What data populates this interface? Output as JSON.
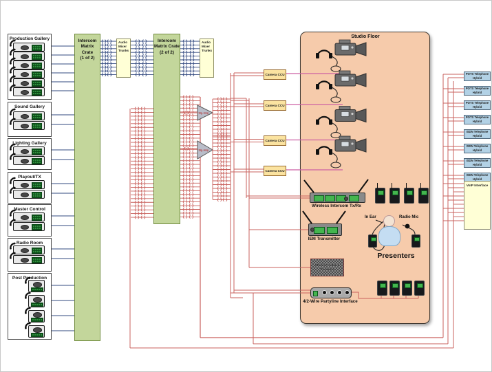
{
  "diagram": {
    "left_galleries": [
      {
        "label": "Production Gallery",
        "panels": 6,
        "style": "rack"
      },
      {
        "label": "Sound Gallery",
        "panels": 2,
        "style": "rack"
      },
      {
        "label": "Lighting Gallery",
        "panels": 2,
        "style": "rack"
      },
      {
        "label": "Playout/TX",
        "panels": 2,
        "style": "rack"
      },
      {
        "label": "Master Control",
        "panels": 2,
        "style": "rack"
      },
      {
        "label": "Radio Room",
        "panels": 2,
        "style": "rack"
      },
      {
        "label": "Post Production",
        "panels": 4,
        "style": "compact"
      }
    ],
    "matrix_crates": [
      {
        "label": "Intercom Matrix Crate",
        "sub": "(1 of 2)"
      },
      {
        "label": "Intercom Matrix Crate",
        "sub": "(2 of 2)"
      }
    ],
    "audio_mixer_trunks_label": "Audio Mixer Trunks",
    "amplifier_label": "Sig. Amp",
    "camera_ccu_label": "Camera CCU",
    "camera_ccu_count": 4,
    "studio_floor": {
      "title": "Studio Floor",
      "cameras": 4,
      "wireless_label": "Wireless Intercom Tx/Rx",
      "iem_label": "IEM Transmitter",
      "foldback_label": "Studio Foldback Speakers",
      "partyline_label": "4/2-Wire Partyline Interface",
      "in_ear_label": "In Ear",
      "radio_mic_label": "Radio Mic",
      "presenters_label": "Presenters",
      "handheld_radios": 4,
      "wired_beltpacks": 4
    },
    "right_column": {
      "hybrids": [
        "POTS Telephone Hybrid",
        "POTS Telephone Hybrid",
        "POTS Telephone Hybrid",
        "POTS Telephone Hybrid",
        "ISDN Telephone Hybrid",
        "ISDN Telephone Hybrid",
        "ISDN Telephone Hybrid",
        "ISDN Telephone Hybrid"
      ],
      "voip_label": "VoIP Interface"
    },
    "colors": {
      "crate_fill": "#c3d69b",
      "crate_border": "#6f8a3d",
      "trunk_fill": "#ffffd6",
      "ccu_fill": "#fbe3a0",
      "studio_fill": "#f6cbab",
      "hybrid_fill": "#b2d1e5",
      "wire_red": "#c9625e",
      "wire_blue": "#32497f",
      "wire_pink": "#cc5fa3"
    }
  }
}
